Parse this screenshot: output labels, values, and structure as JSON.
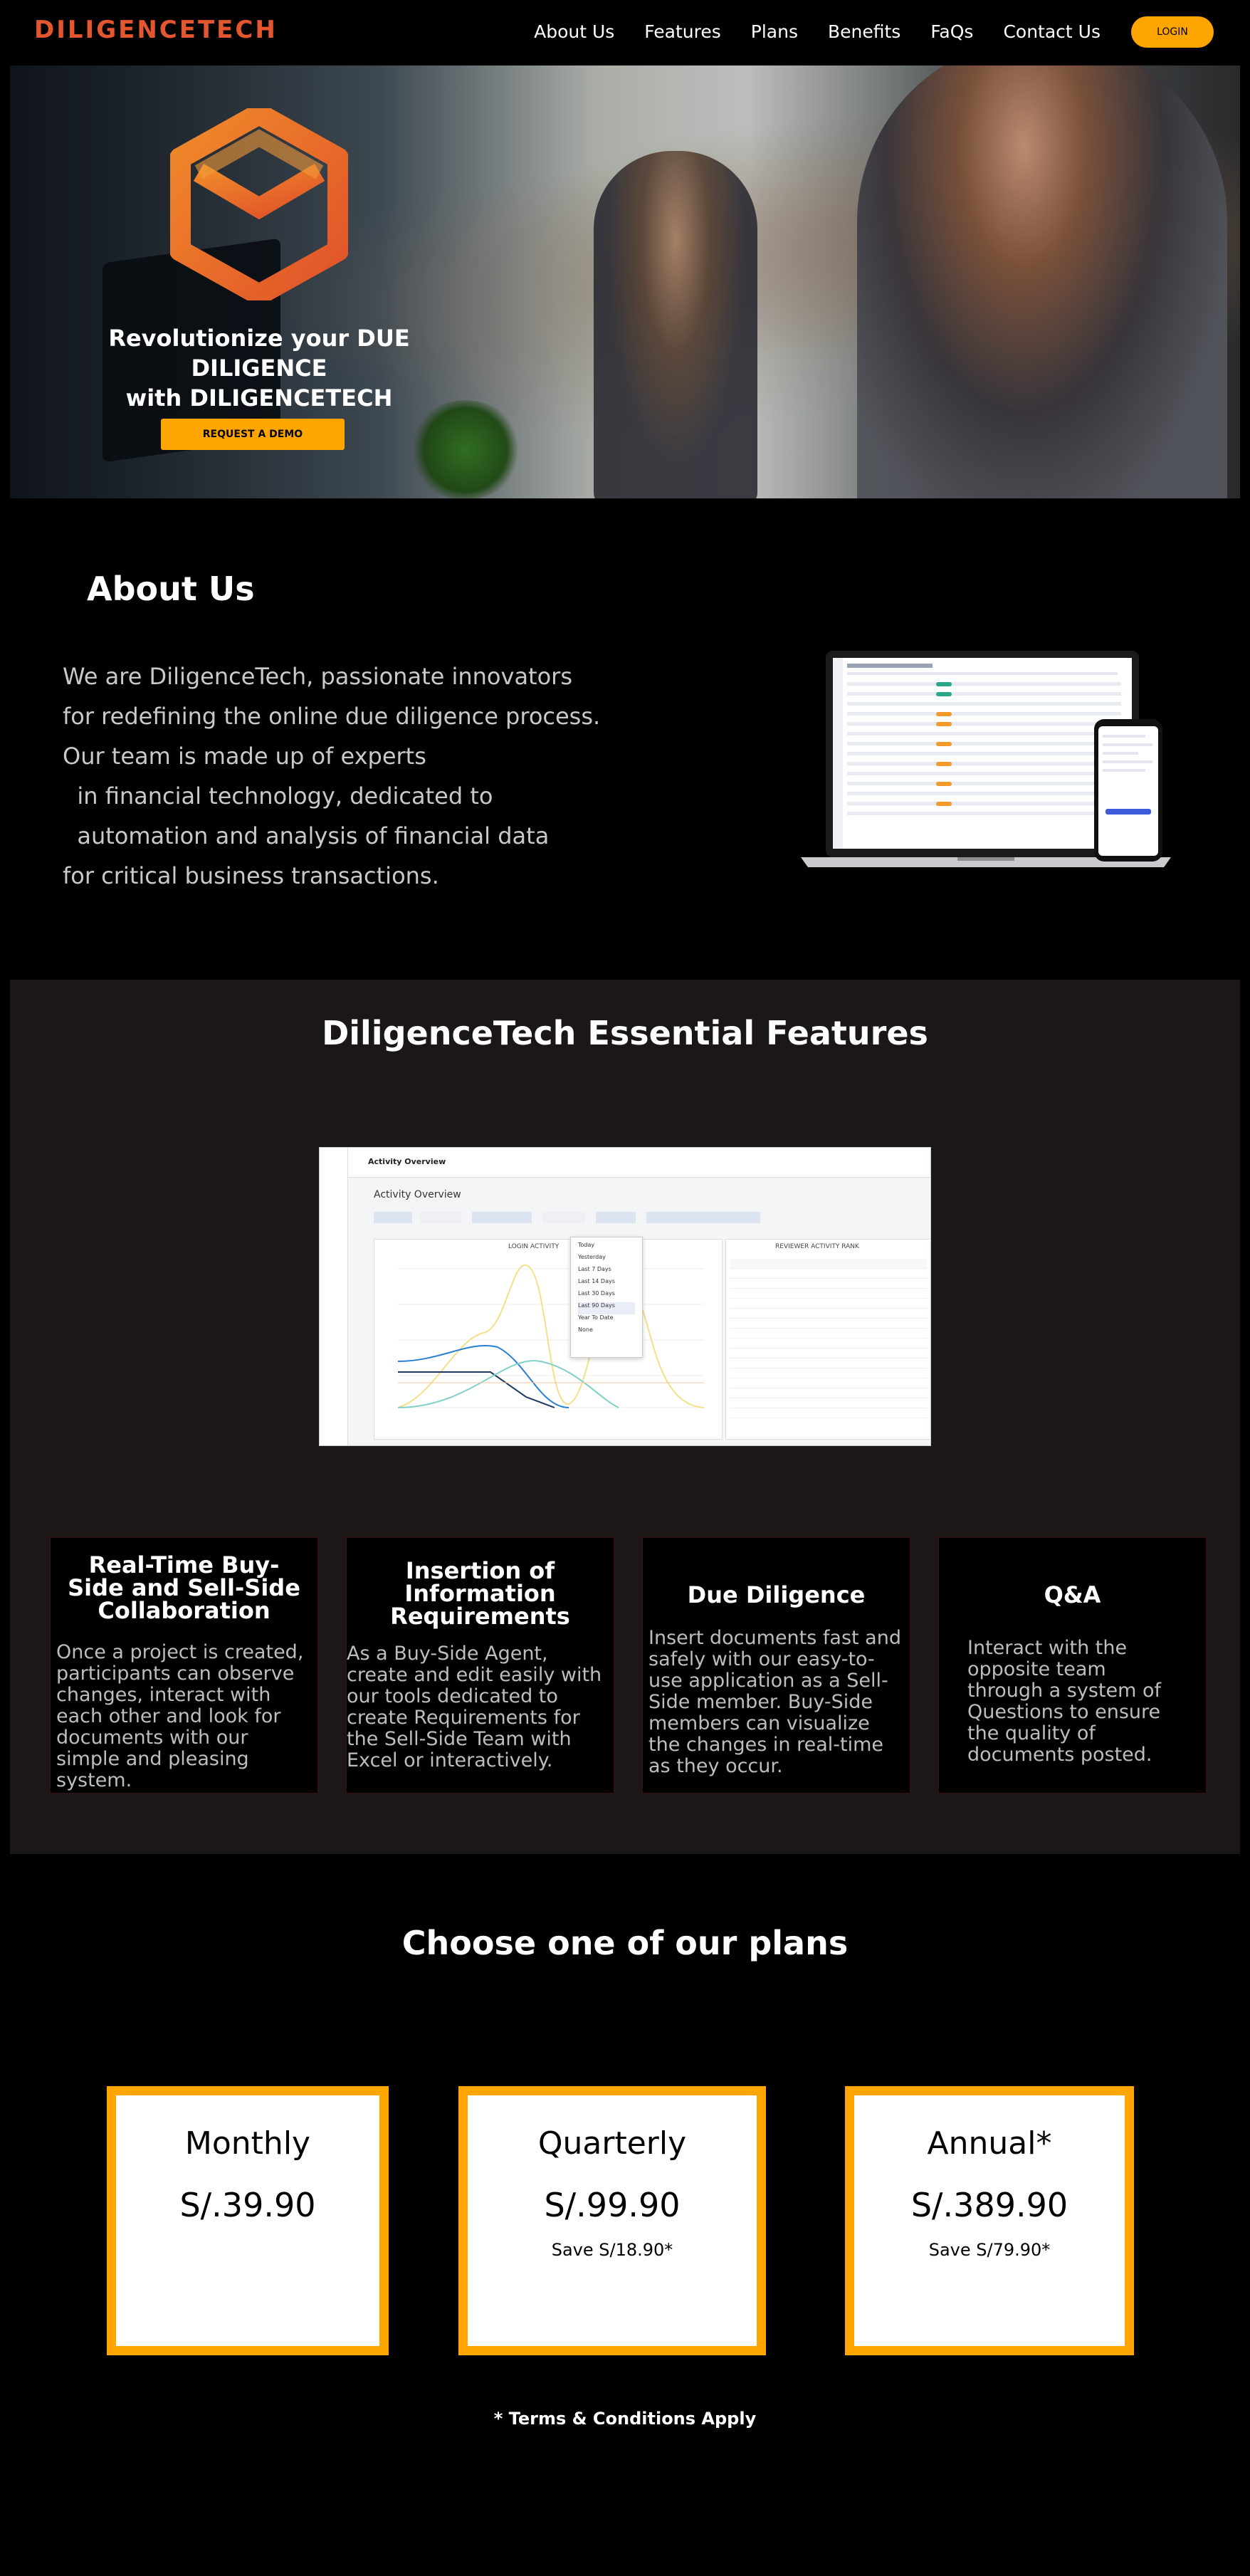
{
  "brand": "DILIGENCETECH",
  "nav": {
    "items": [
      "About Us",
      "Features",
      "Plans",
      "Benefits",
      "FaQs",
      "Contact Us"
    ],
    "login": "LOGIN"
  },
  "hero": {
    "title_line1": "Revolutionize your DUE DILIGENCE",
    "title_line2": "with DILIGENCETECH",
    "cta": "REQUEST A DEMO"
  },
  "about": {
    "title": "About Us",
    "lines": [
      "We are DiligenceTech, passionate innovators",
      "for redefining the online due diligence process.",
      "Our team is made up of experts",
      "  in financial technology, dedicated to",
      "  automation and analysis of financial data",
      "for critical business transactions."
    ]
  },
  "features": {
    "title": "DiligenceTech Essential Features",
    "screenshot": {
      "tab": "Activity Overview",
      "heading": "Activity Overview",
      "chart_title": "LOGIN ACTIVITY",
      "rank_title": "REVIEWER ACTIVITY RANK",
      "dropdown": [
        "Today",
        "Yesterday",
        "Last 7 Days",
        "Last 14 Days",
        "Last 30 Days",
        "Last 90 Days",
        "Year To Date",
        "None"
      ]
    },
    "cards": [
      {
        "title": "Real-Time Buy-Side and Sell-Side Collaboration",
        "body": "Once a project is created, participants can observe changes, interact with each other and look for documents with our simple and pleasing system."
      },
      {
        "title": "Insertion of Information Requirements",
        "body": "As a Buy-Side Agent, create and edit easily with our tools dedicated to create Requirements for the Sell-Side Team with Excel or interactively."
      },
      {
        "title": "Due Diligence",
        "body": "Insert documents fast and safely with our easy-to-use application as a Sell-Side member. Buy-Side members can visualize the changes in real-time as they occur."
      },
      {
        "title": "Q&A",
        "body": "Interact with the opposite team through a system of Questions to ensure the quality of documents posted."
      }
    ]
  },
  "plans": {
    "title": "Choose one of our plans",
    "items": [
      {
        "name": "Monthly",
        "price": "S/.39.90",
        "save": ""
      },
      {
        "name": "Quarterly",
        "price": "S/.99.90",
        "save": "Save S/18.90*"
      },
      {
        "name": "Annual*",
        "price": "S/.389.90",
        "save": "Save S/79.90*"
      }
    ],
    "terms": "* Terms & Conditions Apply"
  },
  "colors": {
    "accent": "#ffa500",
    "brand": "#e4572e",
    "features_bg": "#1a1716"
  }
}
